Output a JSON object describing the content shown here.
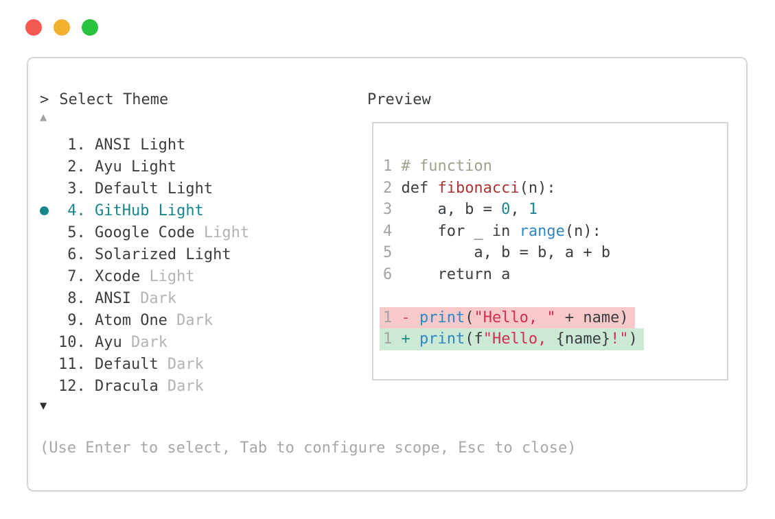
{
  "window": {
    "traffic_lights": [
      {
        "name": "close",
        "color": "#f4584f"
      },
      {
        "name": "minimize",
        "color": "#f1b12e"
      },
      {
        "name": "zoom",
        "color": "#28c23d"
      }
    ]
  },
  "header": {
    "prompt": ">",
    "title": "Select Theme"
  },
  "preview": {
    "label": "Preview"
  },
  "list": {
    "scroll_up_icon": "▲",
    "scroll_down_icon": "▼",
    "items": [
      {
        "number": "1.",
        "name": "ANSI Light",
        "suffix": "",
        "selected": false
      },
      {
        "number": "2.",
        "name": "Ayu Light",
        "suffix": "",
        "selected": false
      },
      {
        "number": "3.",
        "name": "Default Light",
        "suffix": "",
        "selected": false
      },
      {
        "number": "4.",
        "name": "GitHub Light",
        "suffix": "",
        "selected": true
      },
      {
        "number": "5.",
        "name": "Google Code",
        "suffix": "Light",
        "selected": false
      },
      {
        "number": "6.",
        "name": "Solarized Light",
        "suffix": "",
        "selected": false
      },
      {
        "number": "7.",
        "name": "Xcode",
        "suffix": "Light",
        "selected": false
      },
      {
        "number": "8.",
        "name": "ANSI",
        "suffix": "Dark",
        "selected": false
      },
      {
        "number": "9.",
        "name": "Atom One",
        "suffix": "Dark",
        "selected": false
      },
      {
        "number": "10.",
        "name": "Ayu",
        "suffix": "Dark",
        "selected": false
      },
      {
        "number": "11.",
        "name": "Default",
        "suffix": "Dark",
        "selected": false
      },
      {
        "number": "12.",
        "name": "Dracula",
        "suffix": "Dark",
        "selected": false
      }
    ]
  },
  "code": {
    "lines": [
      {
        "no": "1",
        "bg": "",
        "tokens": [
          [
            "# function",
            "comment"
          ]
        ]
      },
      {
        "no": "2",
        "bg": "",
        "tokens": [
          [
            "def ",
            "plain"
          ],
          [
            "fibonacci",
            "func"
          ],
          [
            "(n):",
            "plain"
          ]
        ]
      },
      {
        "no": "3",
        "bg": "",
        "tokens": [
          [
            "    a, b = ",
            "plain"
          ],
          [
            "0",
            "number"
          ],
          [
            ", ",
            "plain"
          ],
          [
            "1",
            "number"
          ]
        ]
      },
      {
        "no": "4",
        "bg": "",
        "tokens": [
          [
            "    for _ in ",
            "plain"
          ],
          [
            "range",
            "builtin"
          ],
          [
            "(n):",
            "plain"
          ]
        ]
      },
      {
        "no": "5",
        "bg": "",
        "tokens": [
          [
            "        a, b = b, a + b",
            "plain"
          ]
        ]
      },
      {
        "no": "6",
        "bg": "",
        "tokens": [
          [
            "    return a",
            "plain"
          ]
        ]
      },
      {
        "no": "",
        "bg": "",
        "tokens": []
      },
      {
        "no": "1",
        "bg": "removed",
        "tokens": [
          [
            "- ",
            "diff-del"
          ],
          [
            "print",
            "builtin"
          ],
          [
            "(",
            "plain"
          ],
          [
            "\"Hello, \"",
            "string"
          ],
          [
            " + name)",
            "plain"
          ]
        ]
      },
      {
        "no": "1",
        "bg": "added",
        "tokens": [
          [
            "+ ",
            "diff-add"
          ],
          [
            "print",
            "builtin"
          ],
          [
            "(f",
            "plain"
          ],
          [
            "\"Hello, ",
            "string"
          ],
          [
            "{name}",
            "plain"
          ],
          [
            "!\"",
            "string"
          ],
          [
            ")",
            "plain"
          ]
        ]
      }
    ]
  },
  "help": "(Use Enter to select, Tab to configure scope, Esc to close)",
  "colors": {
    "text": "#3a3e41",
    "muted": "#b3b3b3",
    "help": "#a7a7a7",
    "lno": "#a3a3a3",
    "accent": "#17858c",
    "comment": "#9ba38a",
    "func": "#ab3432",
    "num": "#1f8490",
    "builtin": "#2f87c3",
    "string": "#d42d52",
    "del": "#d94f63",
    "add": "#1d9287",
    "removed_bg": "#f8c9c9",
    "added_bg": "#cbe9d5",
    "border": "#d5d5d5",
    "scroll_up": "#a2a2a2",
    "scroll_down": "#2e2e2e"
  }
}
